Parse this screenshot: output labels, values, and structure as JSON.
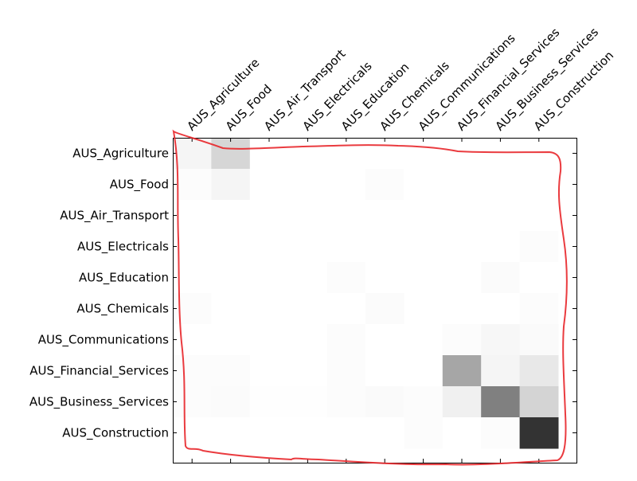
{
  "chart_data": {
    "type": "heatmap",
    "title": "",
    "xlabel": "",
    "ylabel": "",
    "colormap": "greys",
    "value_range": [
      0,
      1
    ],
    "x_labels": [
      "AUS_Agriculture",
      "AUS_Food",
      "AUS_Air_Transport",
      "AUS_Electricals",
      "AUS_Education",
      "AUS_Chemicals",
      "AUS_Communications",
      "AUS_Financial_Services",
      "AUS_Business_Services",
      "AUS_Construction"
    ],
    "y_labels": [
      "AUS_Agriculture",
      "AUS_Food",
      "AUS_Air_Transport",
      "AUS_Electricals",
      "AUS_Education",
      "AUS_Chemicals",
      "AUS_Communications",
      "AUS_Financial_Services",
      "AUS_Business_Services",
      "AUS_Construction"
    ],
    "values": [
      [
        0.04,
        0.16,
        0,
        0,
        0,
        0,
        0,
        0,
        0,
        0
      ],
      [
        0.01,
        0.04,
        0,
        0,
        0,
        0.01,
        0,
        0,
        0,
        0
      ],
      [
        0,
        0,
        0,
        0,
        0,
        0,
        0,
        0,
        0,
        0
      ],
      [
        0,
        0,
        0,
        0,
        0,
        0,
        0,
        0,
        0,
        0.01
      ],
      [
        0,
        0,
        0,
        0,
        0.01,
        0,
        0,
        0,
        0.015,
        0
      ],
      [
        0.01,
        0,
        0,
        0,
        0,
        0.015,
        0,
        0,
        0,
        0.01
      ],
      [
        0,
        0,
        0,
        0,
        0.01,
        0,
        0,
        0.01,
        0.03,
        0.02
      ],
      [
        0.01,
        0.01,
        0,
        0,
        0.01,
        0,
        0,
        0.35,
        0.04,
        0.09
      ],
      [
        0.01,
        0.015,
        0.005,
        0.005,
        0.01,
        0.02,
        0.01,
        0.06,
        0.5,
        0.17
      ],
      [
        0,
        0,
        0,
        0,
        0,
        0,
        0.01,
        0,
        0.01,
        0.8
      ]
    ],
    "annotation_color": "#e8262a"
  }
}
